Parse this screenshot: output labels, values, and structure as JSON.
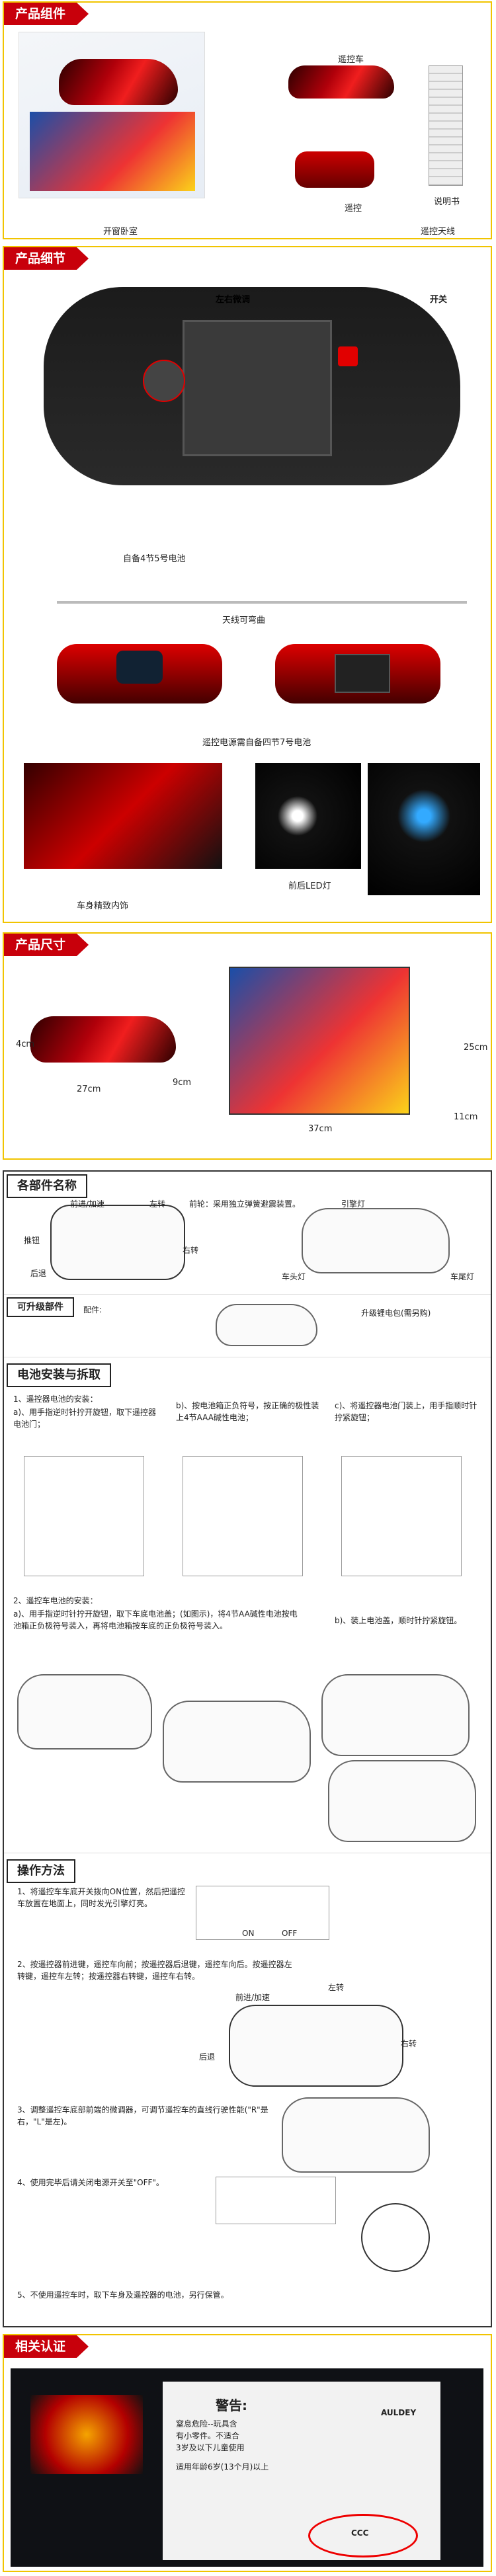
{
  "sections": {
    "components": "产品组件",
    "details": "产品细节",
    "dimensions": "产品尺寸",
    "parts_title": "各部件名称",
    "optional_title": "可升级部件",
    "battery_title": "电池安装与拆取",
    "operation_title": "操作方法",
    "cert_title": "相关认证"
  },
  "components": {
    "open_door": "开窗卧室",
    "car": "遥控车",
    "remote": "遥控",
    "manual": "说明书",
    "antenna": "遥控天线"
  },
  "details": {
    "lr_trim": "左右微调",
    "switch": "开关",
    "battery4": "自备4节5号电池",
    "antenna_bend": "天线可弯曲",
    "remote_battery": "遥控电源需自备四节7号电池",
    "body_finish": "车身精致内饰",
    "led": "前后LED灯"
  },
  "dimensions": {
    "h": "4cm",
    "w": "27cm",
    "d": "9cm",
    "box_w": "37cm",
    "box_h": "25cm",
    "box_d": "11cm"
  },
  "parts": {
    "forward_back": "前进/加速",
    "left": "左转",
    "lever": "推钮",
    "right": "右转",
    "back": "后退",
    "fine_tune": "前轮：采用独立弹簧避震装置。",
    "engine_light": "引擎灯",
    "head_light": "车头灯",
    "tail_light": "车尾灯",
    "optional_note": "配件:",
    "upgrade_note": "升级锂电包(需另购)"
  },
  "battery": {
    "remote_install": "1、遥控器电池的安装：",
    "a1": "a)、用手指逆时针拧开旋钮，取下遥控器电池门；",
    "b1": "b)、按电池箱正负符号，按正确的极性装上4节AAA碱性电池；",
    "c1": "c)、将遥控器电池门装上，用手指顺时针拧紧旋钮；",
    "car_install": "2、遥控车电池的安装：",
    "a2": "a)、用手指逆时针拧开旋钮，取下车底电池盖；(如图示)，将4节AA碱性电池按电池箱正负极符号装入，再将电池箱按车底的正负极符号装入。",
    "b2": "b)、装上电池盖，顺时针拧紧旋钮。"
  },
  "operation": {
    "step1": "1、将遥控车车底开关拨向ON位置，然后把遥控车放置在地面上，同时发光引擎灯亮。",
    "on": "ON",
    "off": "OFF",
    "step2": "2、按遥控器前进键，遥控车向前；按遥控器后退键，遥控车向后。按遥控器左转键，遥控车左转；按遥控器右转键，遥控车右转。",
    "fwd": "前进/加速",
    "left": "左转",
    "back": "后退",
    "right": "右转",
    "step3": "3、调整遥控车底部前端的微调器，可调节遥控车的直线行驶性能(\"R\"是右，\"L\"是左)。",
    "step4": "4、使用完毕后请关闭电源开关至\"OFF\"。",
    "step5": "5、不使用遥控车时，取下车身及遥控器的电池，另行保管。"
  },
  "cert": {
    "warning": "警告:",
    "warning_line1": "窒息危险--玩具含",
    "warning_line2": "有小零件。不适合",
    "warning_line3": "3岁及以下儿童使用",
    "age": "适用年龄6岁(13个月)以上",
    "brand": "AULDEY",
    "ccc": "CCC"
  }
}
